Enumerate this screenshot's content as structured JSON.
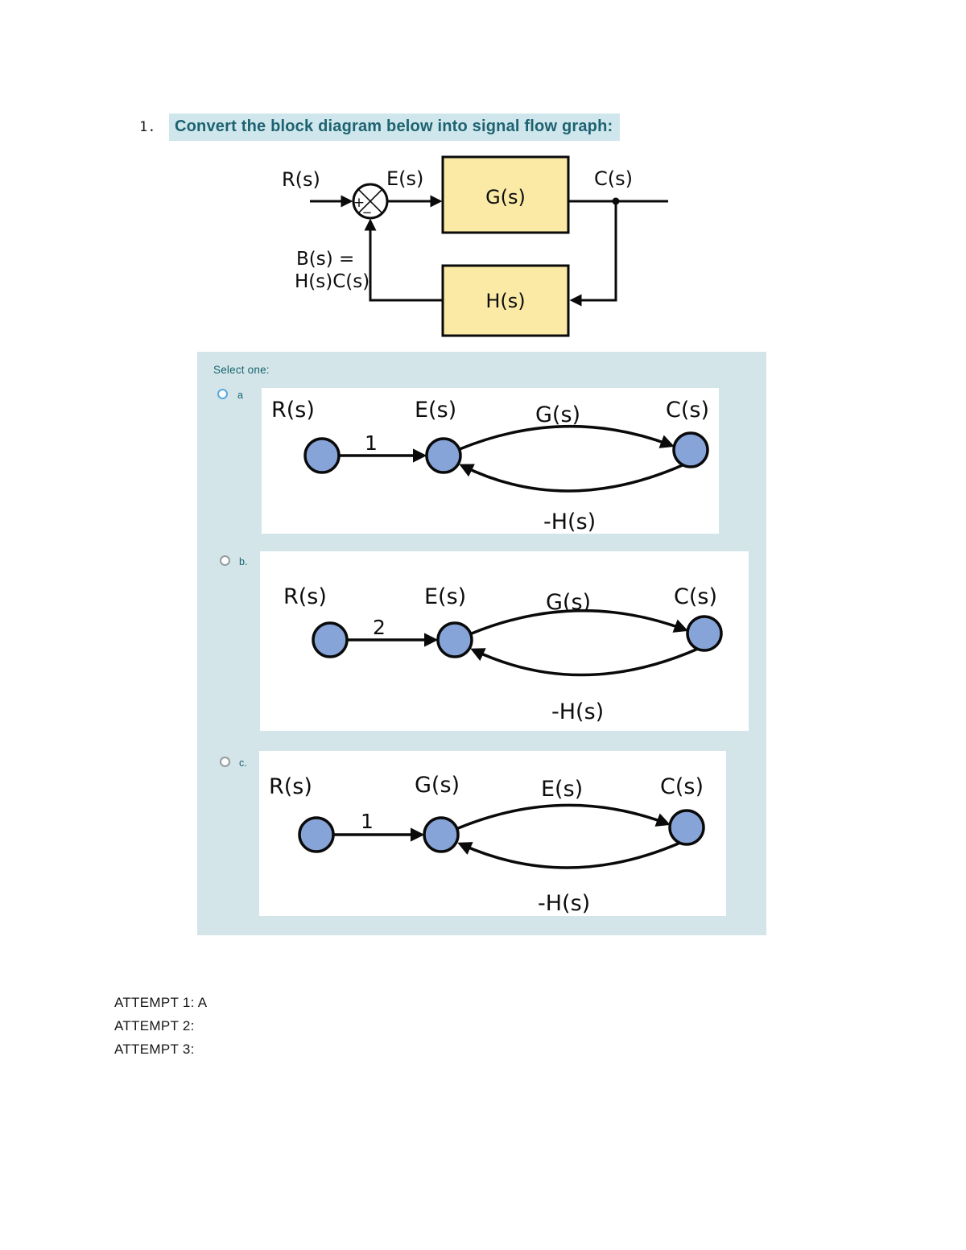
{
  "question": {
    "number": "1.",
    "title": "Convert the block diagram below into signal flow graph:"
  },
  "block_diagram": {
    "input_label": "R(s)",
    "error_label": "E(s)",
    "output_label": "C(s)",
    "forward_block": "G(s)",
    "feedback_block": "H(s)",
    "feedback_signal_line1": "B(s) =",
    "feedback_signal_line2": "H(s)C(s)",
    "sum_plus": "+",
    "sum_minus": "−"
  },
  "select": {
    "prompt": "Select one:",
    "options": [
      {
        "key": "a",
        "node1": "R(s)",
        "node2": "E(s)",
        "node3": "C(s)",
        "input_gain": "1",
        "top_edge_label": "G(s)",
        "bottom_edge_label": "-H(s)"
      },
      {
        "key": "b.",
        "node1": "R(s)",
        "node2": "E(s)",
        "node3": "C(s)",
        "input_gain": "2",
        "top_edge_label": "G(s)",
        "bottom_edge_label": "-H(s)"
      },
      {
        "key": "c.",
        "node1": "R(s)",
        "node2": "G(s)",
        "node3": "C(s)",
        "input_gain": "1",
        "top_edge_label": "E(s)",
        "bottom_edge_label": "-H(s)"
      }
    ]
  },
  "attempts": [
    "ATTEMPT 1: A",
    "ATTEMPT 2:",
    "ATTEMPT 3:"
  ],
  "colors": {
    "title_text": "#1d6270",
    "title_highlight": "#cfe7ec",
    "panel_background": "#d3e5e9",
    "block_fill": "#faeaa6",
    "node_fill": "#87a4d8",
    "line_black": "#0a0a0a"
  }
}
